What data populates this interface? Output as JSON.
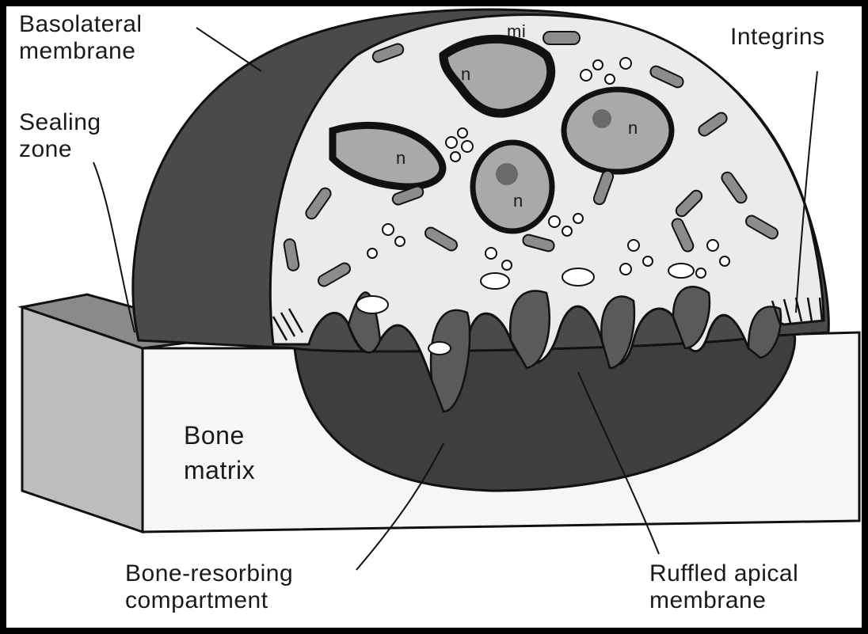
{
  "labels": {
    "basolateral": [
      "Basolateral",
      "membrane"
    ],
    "sealing": [
      "Sealing",
      "zone"
    ],
    "integrins": [
      "Integrins"
    ],
    "bone_matrix": [
      "Bone",
      "matrix"
    ],
    "resorbing": [
      "Bone-resorbing",
      "compartment"
    ],
    "ruffled": [
      "Ruffled apical",
      "membrane"
    ],
    "organelle_mi": "mi",
    "nucleus": "n"
  },
  "colors": {
    "cell_dark": "#4a4a4a",
    "cytoplasm": "#ebebeb",
    "compartment": "#3e3e3e",
    "bone_front": "#f6f6f6",
    "bone_side": "#bdbdbd",
    "nucleus_fill": "#a9a9a9",
    "outline": "#111111"
  }
}
